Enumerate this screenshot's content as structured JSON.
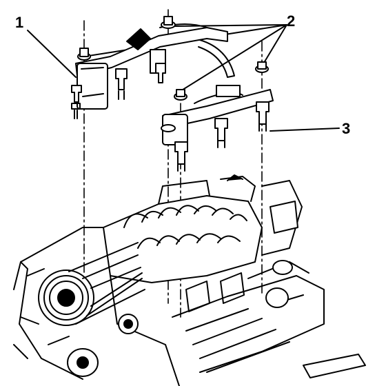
{
  "callouts": [
    {
      "label": "1"
    },
    {
      "label": "2"
    },
    {
      "label": "3"
    }
  ],
  "colors": {
    "ink": "#000000",
    "paper": "#ffffff"
  }
}
